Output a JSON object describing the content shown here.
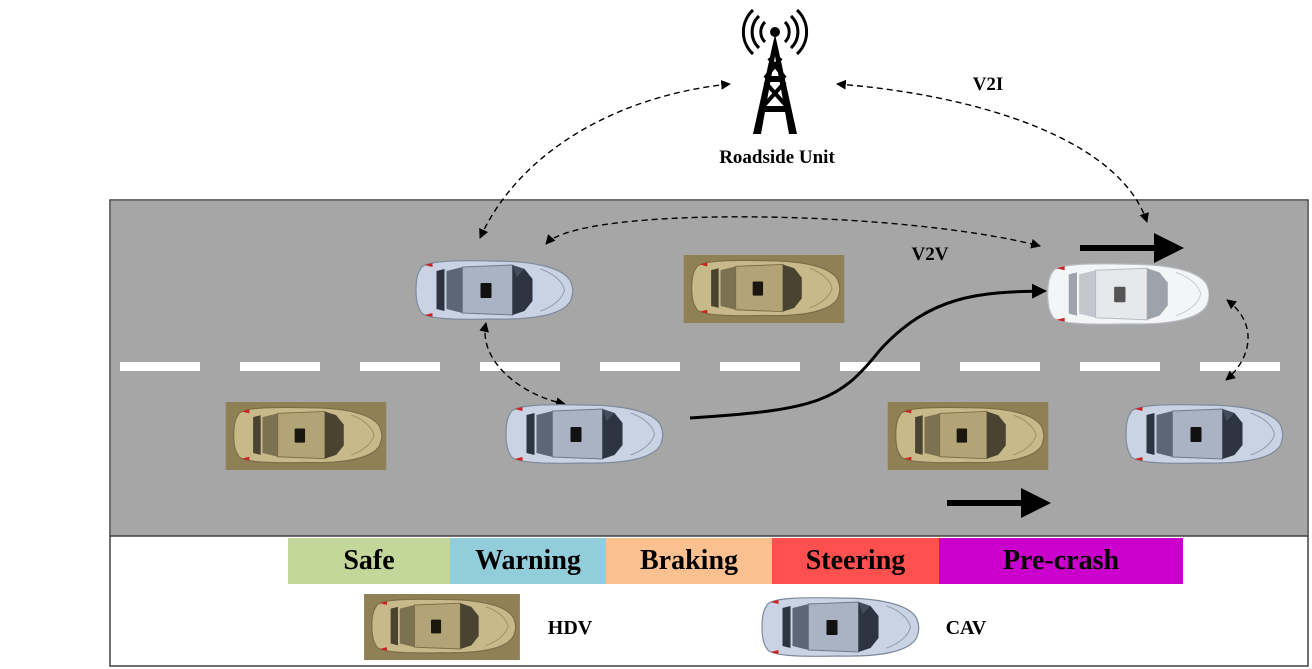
{
  "rsu": {
    "label": "Roadside Unit"
  },
  "links": {
    "v2i_label": "V2I",
    "v2v_label": "V2V"
  },
  "stages": [
    {
      "label": "Safe",
      "color": "#c4d79b"
    },
    {
      "label": "Warning",
      "color": "#92cddc"
    },
    {
      "label": "Braking",
      "color": "#fac090"
    },
    {
      "label": "Steering",
      "color": "#ff5050"
    },
    {
      "label": "Pre-crash",
      "color": "#cc00cc"
    }
  ],
  "legend": {
    "hdv_label": "HDV",
    "cav_label": "CAV"
  },
  "colors": {
    "road": "#a6a6a6",
    "lane_marking": "#ffffff",
    "hdv_body": "#c8b98a",
    "hdv_frame": "#8f8055",
    "cav_body": "#c9d3e3",
    "cav_white_body": "#f4f5f7"
  }
}
